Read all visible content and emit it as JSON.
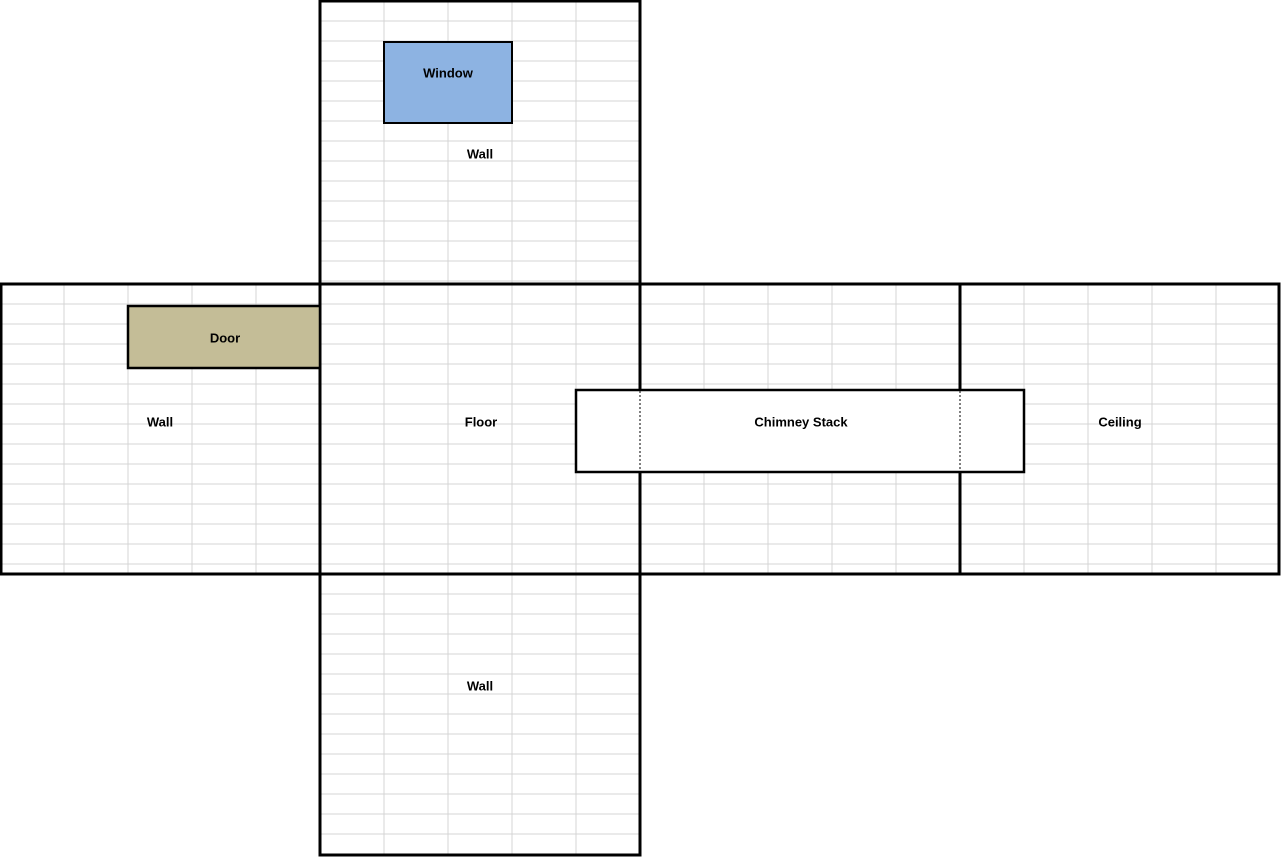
{
  "colors": {
    "grid": "#d4d4d4",
    "outline": "#000000",
    "window_fill": "#8db3e2",
    "door_fill": "#c4bd97",
    "background": "#ffffff"
  },
  "labels": {
    "top_wall": "Wall",
    "left_wall": "Wall",
    "floor": "Floor",
    "ceiling": "Ceiling",
    "bottom_wall": "Wall",
    "window": "Window",
    "door": "Door",
    "chimney_stack": "Chimney Stack"
  }
}
